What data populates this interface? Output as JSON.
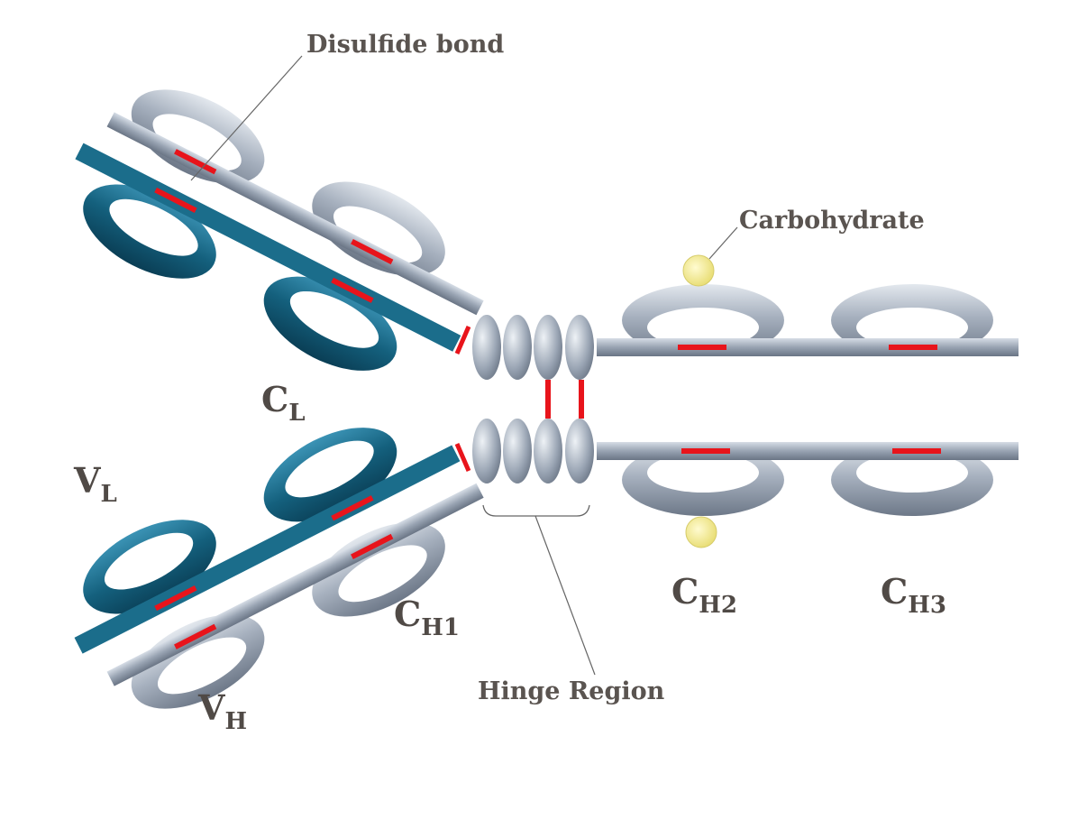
{
  "labels": {
    "disulfide_bond": "Disulfide bond",
    "carbohydrate": "Carbohydrate",
    "hinge_region": "Hinge Region"
  },
  "domains": {
    "cl": {
      "main": "C",
      "sub": "L"
    },
    "vl": {
      "main": "V",
      "sub": "L"
    },
    "vh": {
      "main": "V",
      "sub": "H"
    },
    "ch1": {
      "main": "C",
      "sub": "H1"
    },
    "ch2": {
      "main": "C",
      "sub": "H2"
    },
    "ch3": {
      "main": "C",
      "sub": "H3"
    }
  },
  "colors": {
    "light_chain": "#1d6e8c",
    "heavy_chain": "#8f9aaa",
    "disulfide": "#e8141b",
    "carbohydrate": "#f3ea8a",
    "label_text": "#5a5450"
  }
}
